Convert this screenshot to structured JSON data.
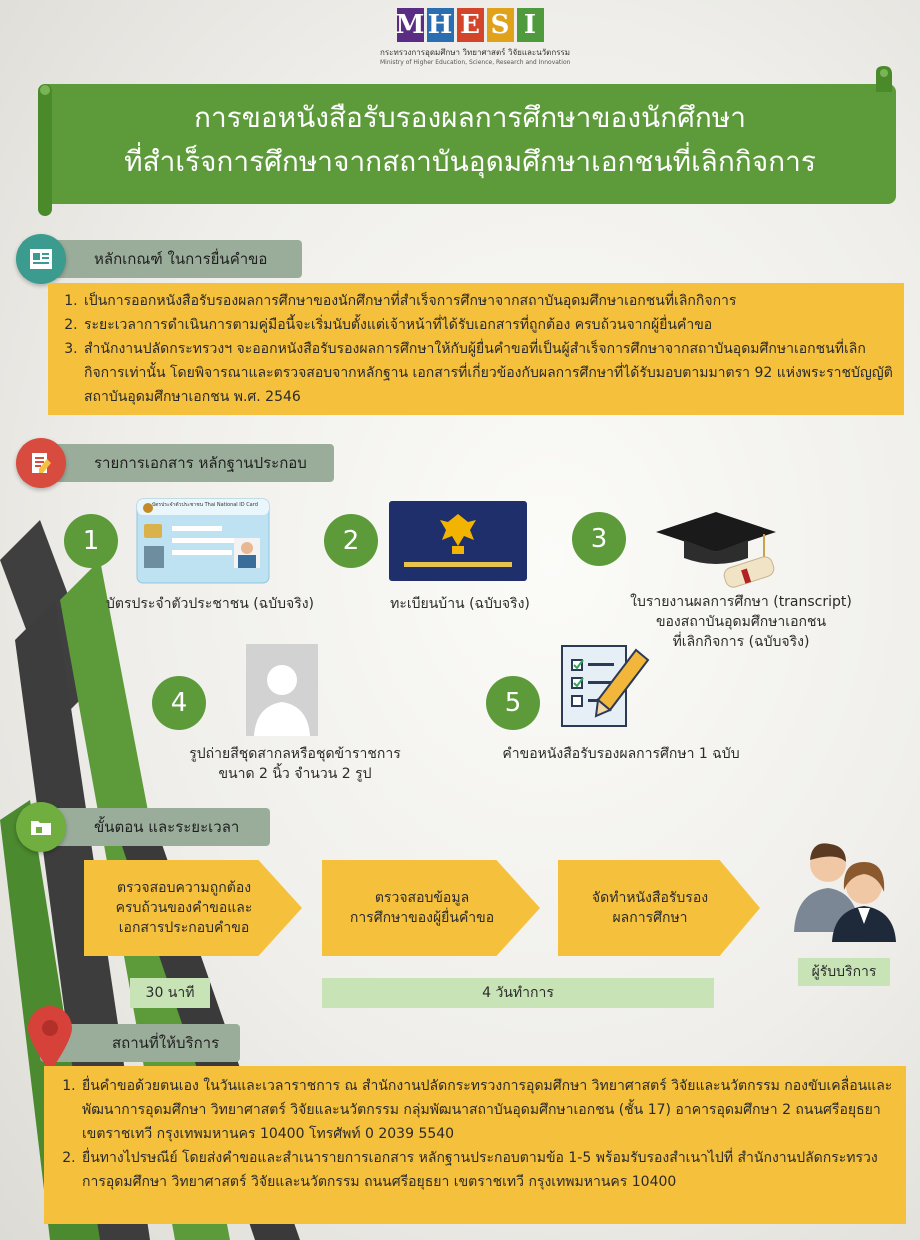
{
  "logo": {
    "letters": [
      "M",
      "H",
      "E",
      "S",
      "I"
    ],
    "letter_colors": [
      "#5b2c83",
      "#2a6db1",
      "#d4442b",
      "#e0a21b",
      "#4e9a3c"
    ],
    "name_th": "กระทรวงการอุดมศึกษา วิทยาศาสตร์ วิจัยและนวัตกรรม",
    "name_en": "Ministry of Higher Education, Science, Research and Innovation"
  },
  "title": {
    "line1": "การขอหนังสือรับรองผลการศึกษาของนักศึกษา",
    "line2": "ที่สำเร็จการศึกษาจากสถาบันอุดมศึกษาเอกชนที่เลิกกิจการ"
  },
  "criteria": {
    "heading": "หลักเกณฑ์ ในการยื่นคำขอ",
    "items": [
      "เป็นการออกหนังสือรับรองผลการศึกษาของนักศึกษาที่สำเร็จการศึกษาจากสถาบันอุดมศึกษาเอกชนที่เลิกกิจการ",
      "ระยะเวลาการดำเนินการตามคู่มือนี้จะเริ่มนับตั้งแต่เจ้าหน้าที่ได้รับเอกสารที่ถูกต้อง ครบถ้วนจากผู้ยื่นคำขอ",
      "สำนักงานปลัดกระทรวงฯ จะออกหนังสือรับรองผลการศึกษาให้กับผู้ยื่นคำขอที่เป็นผู้สำเร็จการศึกษาจากสถาบันอุดมศึกษาเอกชนที่เลิกกิจการเท่านั้น โดยพิจารณาและตรวจสอบจากหลักฐาน เอกสารที่เกี่ยวข้องกับผลการศึกษาที่ได้รับมอบตามมาตรา 92 แห่งพระราชบัญญัติสถาบันอุดมศึกษาเอกชน พ.ศ. 2546"
    ]
  },
  "documents": {
    "heading": "รายการเอกสาร หลักฐานประกอบ",
    "items": [
      {
        "num": "1",
        "label_lines": [
          "บัตรประจำตัวประชาชน (ฉบับจริง)"
        ]
      },
      {
        "num": "2",
        "label_lines": [
          "ทะเบียนบ้าน (ฉบับจริง)"
        ]
      },
      {
        "num": "3",
        "label_lines": [
          "ใบรายงานผลการศึกษา (transcript)",
          "ของสถาบันอุดมศึกษาเอกชน",
          "ที่เลิกกิจการ (ฉบับจริง)"
        ]
      },
      {
        "num": "4",
        "label_lines": [
          "รูปถ่ายสีชุดสากลหรือชุดข้าราชการ",
          "ขนาด 2 นิ้ว จำนวน 2 รูป"
        ]
      },
      {
        "num": "5",
        "label_lines": [
          "คำขอหนังสือรับรองผลการศึกษา 1 ฉบับ"
        ]
      }
    ],
    "id_card_text": "บัตรประจำตัวประชาชน Thai National ID Card"
  },
  "process": {
    "heading": "ขั้นตอน และระยะเวลา",
    "steps": [
      {
        "lines": [
          "ตรวจสอบความถูกต้อง",
          "ครบถ้วนของคำขอและ",
          "เอกสารประกอบคำขอ"
        ]
      },
      {
        "lines": [
          "ตรวจสอบข้อมูล",
          "การศึกษาของผู้ยื่นคำขอ"
        ]
      },
      {
        "lines": [
          "จัดทำหนังสือรับรอง",
          "ผลการศึกษา"
        ]
      }
    ],
    "time1": "30 นาที",
    "time2": "4 วันทำการ",
    "recipient": "ผู้รับบริการ"
  },
  "location": {
    "heading": "สถานที่ให้บริการ",
    "items": [
      "ยื่นคำขอด้วยตนเอง ในวันและเวลาราชการ ณ สำนักงานปลัดกระทรวงการอุดมศึกษา วิทยาศาสตร์ วิจัยและนวัตกรรม กองขับเคลื่อนและพัฒนาการอุดมศึกษา วิทยาศาสตร์ วิจัยและนวัตกรรม กลุ่มพัฒนาสถาบันอุดมศึกษาเอกชน (ชั้น 17) อาคารอุดมศึกษา 2 ถนนศรีอยุธยา เขตราชเทวี กรุงเทพมหานคร 10400 โทรศัพท์ 0 2039 5540",
      "ยื่นทางไปรษณีย์ โดยส่งคำขอและสำเนารายการเอกสาร หลักฐานประกอบตามข้อ 1-5 พร้อมรับรองสำเนาไปที่ สำนักงานปลัดกระทรวงการอุดมศึกษา วิทยาศาสตร์ วิจัยและนวัตกรรม ถนนศรีอยุธยา เขตราชเทวี กรุงเทพมหานคร 10400"
    ]
  },
  "colors": {
    "green": "#5d9b3a",
    "yellow": "#f5c13d",
    "section_bar": "#9aad9a",
    "time_bar": "#c8e3b5",
    "ribbon_dark": "#4a4a4a"
  }
}
